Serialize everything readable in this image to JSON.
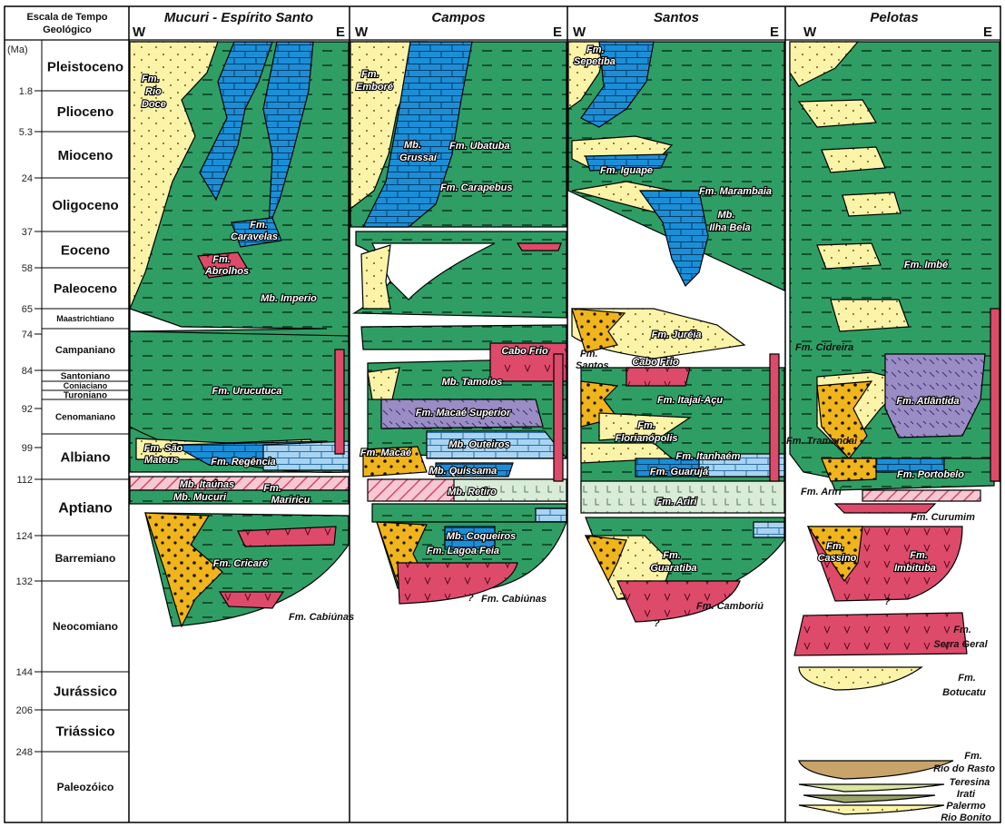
{
  "header": {
    "timescale_title_line1": "Escala de Tempo",
    "timescale_title_line2": "Geológico",
    "ma_label": "(Ma)",
    "basins": [
      "Mucuri - Espírito Santo",
      "Campos",
      "Santos",
      "Pelotas"
    ],
    "west": "W",
    "east": "E"
  },
  "ages_ma": [
    "1.8",
    "5.3",
    "24",
    "37",
    "58",
    "65",
    "74",
    "84",
    "92",
    "99",
    "112",
    "124",
    "132",
    "144",
    "206",
    "248"
  ],
  "epochs": [
    "Pleistoceno",
    "Plioceno",
    "Mioceno",
    "Oligoceno",
    "Eoceno",
    "Paleoceno",
    "Maastrichtiano",
    "Campaniano",
    "Santoniano",
    "Coniaciano",
    "Turoniano",
    "Cenomaniano",
    "Albiano",
    "Aptiano",
    "Barremiano",
    "Neocomiano",
    "Jurássico",
    "Triássico",
    "Paleozóico"
  ],
  "colors": {
    "shale_green": "#2f9e64",
    "carbonate_blue": "#1a8fd8",
    "sand_yellow": "#fbf3a8",
    "conglomerate_orange": "#f0b41c",
    "volcanic_red": "#de4a6a",
    "evaporite_pale": "#d8ecd8",
    "calcilutite_lightblue": "#a8d4f2",
    "redbed_brown": "#c9a46a",
    "purple": "#9a8cc4"
  },
  "formations": {
    "mucuri": [
      "Fm. Rio Doce",
      "Fm. Caravelas",
      "Fm. Abrolhos",
      "Mb. Imperio",
      "Fm. Urucutuca",
      "Fm. São Mateus",
      "Fm. Regência",
      "Mb. Itaúnas",
      "Mb. Mucuri",
      "Fm. Mariricu",
      "Fm. Cricaré",
      "Fm. Cabiúnas"
    ],
    "campos": [
      "Fm. Emboré",
      "Mb. Grussaí",
      "Fm. Ubatuba",
      "Fm. Carapebus",
      "Cabo Frio",
      "Mb. Tamoios",
      "Fm. Macaé Superior",
      "Fm. Macaé",
      "Mb. Outeiros",
      "Mb. Quissama",
      "Mb. Retiro",
      "Mb. Coqueiros",
      "Fm. Lagoa Feia",
      "Fm. Cabiúnas"
    ],
    "santos": [
      "Fm. Sepetiba",
      "Fm. Iguape",
      "Fm. Marambaia",
      "Mb. Ilha Bela",
      "Fm. Juréia",
      "Fm. Santos",
      "Cabo Frio",
      "Fm. Itajaí-Açu",
      "Fm. Florianópolis",
      "Fm. Itanhaém",
      "Fm. Guarujá",
      "Fm. Ariri",
      "Fm. Guaratiba",
      "Fm. Camboriú"
    ],
    "pelotas": [
      "Fm. Imbé",
      "Fm. Cidreira",
      "Fm. Atlântida",
      "Fm. Tramandaí",
      "Fm. Portobelo",
      "Fm. Ariri",
      "Fm. Curumim",
      "Fm. Cassino",
      "Fm. Imbituba",
      "Fm. Serra Geral",
      "Fm. Botucatu",
      "Fm. Rio do Rasto",
      "Teresina",
      "Irati",
      "Palermo",
      "Rio Bonito"
    ]
  },
  "uncertain_mark": "?"
}
